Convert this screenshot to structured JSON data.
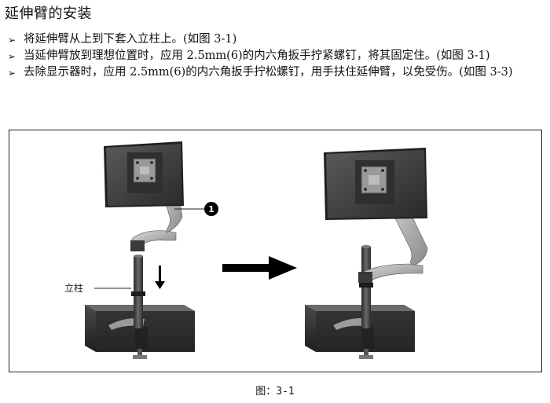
{
  "heading": "延伸臂的安装",
  "steps": [
    {
      "bullet": "➢",
      "text": " 将延伸臂从上到下套入立柱上。(如图 3-1)"
    },
    {
      "bullet": "➢",
      "text": "当延伸臂放到理想位置时，应用 2.5mm(6)的内六角扳手拧紧螺钉，将其固定住。(如图 3-1)"
    },
    {
      "bullet": "➢",
      "text": "去除显示器时，应用 2.5mm(6)的内六角扳手拧松螺钉，用手扶住延伸臂，以免受伤。(如图 3-3)"
    }
  ],
  "figure": {
    "callout_number": "1",
    "pole_label": "立柱",
    "caption": "图：3-1"
  }
}
